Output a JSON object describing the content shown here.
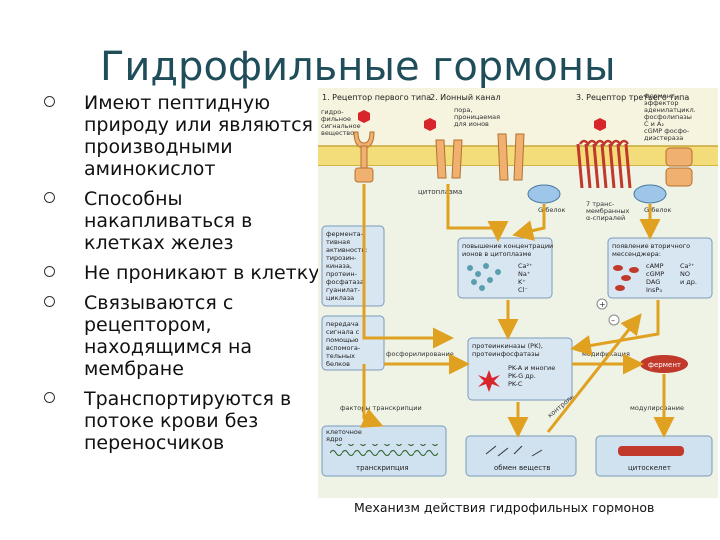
{
  "title": "Гидрофильные гормоны",
  "bullets": [
    "Имеют пептидную природу или являются производными аминокислот",
    "Способны накапливаться в клетках желез",
    "Не проникают в клетку",
    "Связываются с рецептором, находящимся на мембране",
    "Транспортируются в потоке крови без переносчиков"
  ],
  "caption": "Механизм действия гидрофильных гормонов",
  "diagram": {
    "r1": "1. Рецептор первого типа",
    "r2": "2. Ионный канал",
    "r3": "3. Рецептор третьего типа",
    "hydro": [
      "гидро-",
      "фильное",
      "сигнальное",
      "вещество"
    ],
    "pore": [
      "пора,",
      "проницаемая",
      "для ионов"
    ],
    "enzyme_eff": [
      "Фермент-",
      "эффектор",
      "аденилатцикл.",
      "фосфолипазы",
      "С и А₂",
      "cGMP фосфо-",
      "диэстераза"
    ],
    "cytoplasm": "цитоплазма",
    "gprotein1": "G-белок",
    "gprotein2": "G-белок",
    "seven": [
      "7 транс-",
      "мембранных",
      "α-спиралей"
    ],
    "ferm_act": [
      "фермента-",
      "тивная",
      "активность:",
      "тирозин-",
      "киназа,",
      "протеин-",
      "фосфатаза,",
      "гуанилат-",
      "циклаза"
    ],
    "ion_rise": [
      "повышение концентрации",
      "ионов в цитоплазме"
    ],
    "ions": [
      "Ca²⁺",
      "Na⁺",
      "K⁺",
      "Cl⁻"
    ],
    "second": [
      "появление вторичного",
      "мессенджера:"
    ],
    "messengers": [
      "cAMP",
      "cGMP",
      "DAG",
      "InsP₃",
      "Ca²⁺",
      "NO",
      "и др."
    ],
    "transfer": [
      "передача",
      "сигнала с",
      "помощью",
      "вспомога-",
      "тельных",
      "белков"
    ],
    "kinases": [
      "протеинкиназы (PK),",
      "протеинфосфатазы"
    ],
    "pk": [
      "PK-A и многие",
      "PK-G др.",
      "PK-C"
    ],
    "phosph": "фосфорилирование",
    "modif": "модификация",
    "ferment": "фермент",
    "tf": "факторы транскрипции",
    "control": "контроль",
    "modul": "модулирование",
    "nucleus": [
      "клеточное",
      "ядро"
    ],
    "transcr": "транскрипция",
    "metab": "обмен веществ",
    "cytoskel": "цитоскелет",
    "plus": "+",
    "minus": "–"
  }
}
